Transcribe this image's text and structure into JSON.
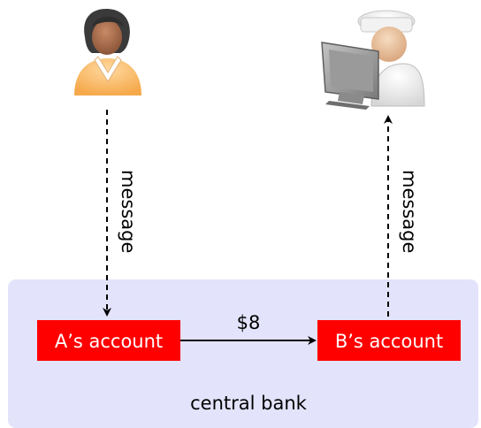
{
  "actors": {
    "sender": {
      "icon": "businesswoman-icon"
    },
    "receiver": {
      "icon": "clerk-at-computer-icon"
    }
  },
  "bank": {
    "label": "central bank",
    "fill": "#e3e3fb"
  },
  "accounts": {
    "a": {
      "label": "A’s account"
    },
    "b": {
      "label": "B’s account"
    },
    "fill": "#ff0000",
    "text_color": "#ffffff"
  },
  "transfer": {
    "label": "$8"
  },
  "messages": {
    "left": {
      "label": "message",
      "style": "dashed"
    },
    "right": {
      "label": "message",
      "style": "dashed"
    }
  }
}
